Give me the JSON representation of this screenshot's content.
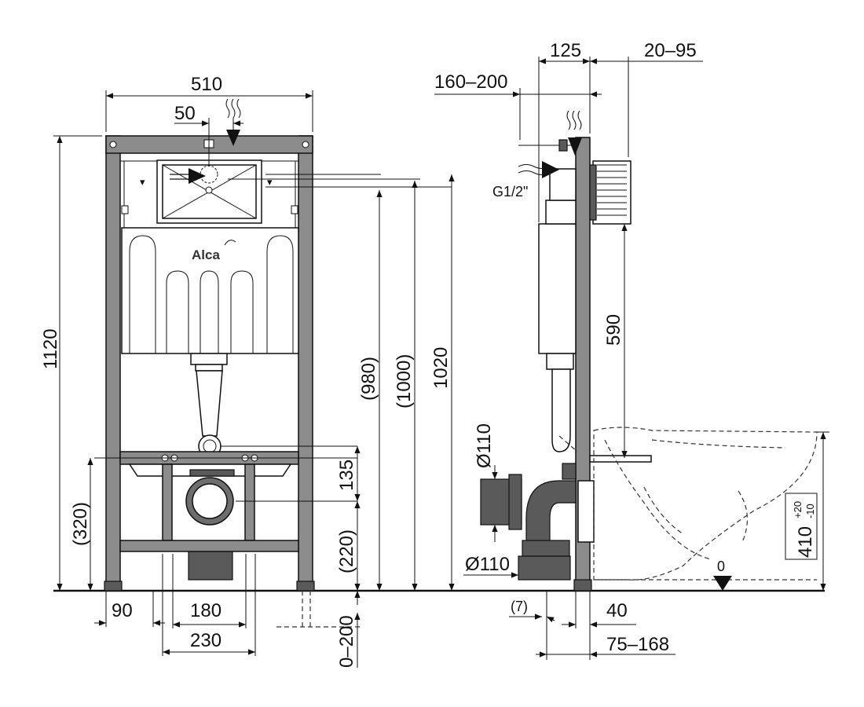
{
  "brand": {
    "logo_text": "Alca"
  },
  "front_view": {
    "dim_width": "510",
    "dim_inlet_offset": "50",
    "dim_height": "1120",
    "dim_fixing_height": "(320)",
    "dim_135": "135",
    "dim_220": "(220)",
    "dim_980": "(980)",
    "dim_1000": "(1000)",
    "dim_1020": "1020",
    "dim_90": "90",
    "dim_180": "180",
    "dim_230": "230",
    "dim_leg_ext": "0–200"
  },
  "side_view": {
    "dim_125": "125",
    "dim_20_95": "20–95",
    "dim_160_200": "160–200",
    "thread_label": "G1/2\"",
    "dim_590": "590",
    "dim_pipe_upper": "Ø110",
    "dim_pipe_lower": "Ø110",
    "dim_7": "(7)",
    "dim_40": "40",
    "dim_75_168": "75–168",
    "dim_410": "410",
    "tol_plus": "+20",
    "tol_minus": "-10",
    "floor_zero": "0"
  },
  "colors": {
    "frame": "#8c8c8c",
    "line": "#111111",
    "dark": "#5a5a5a"
  }
}
